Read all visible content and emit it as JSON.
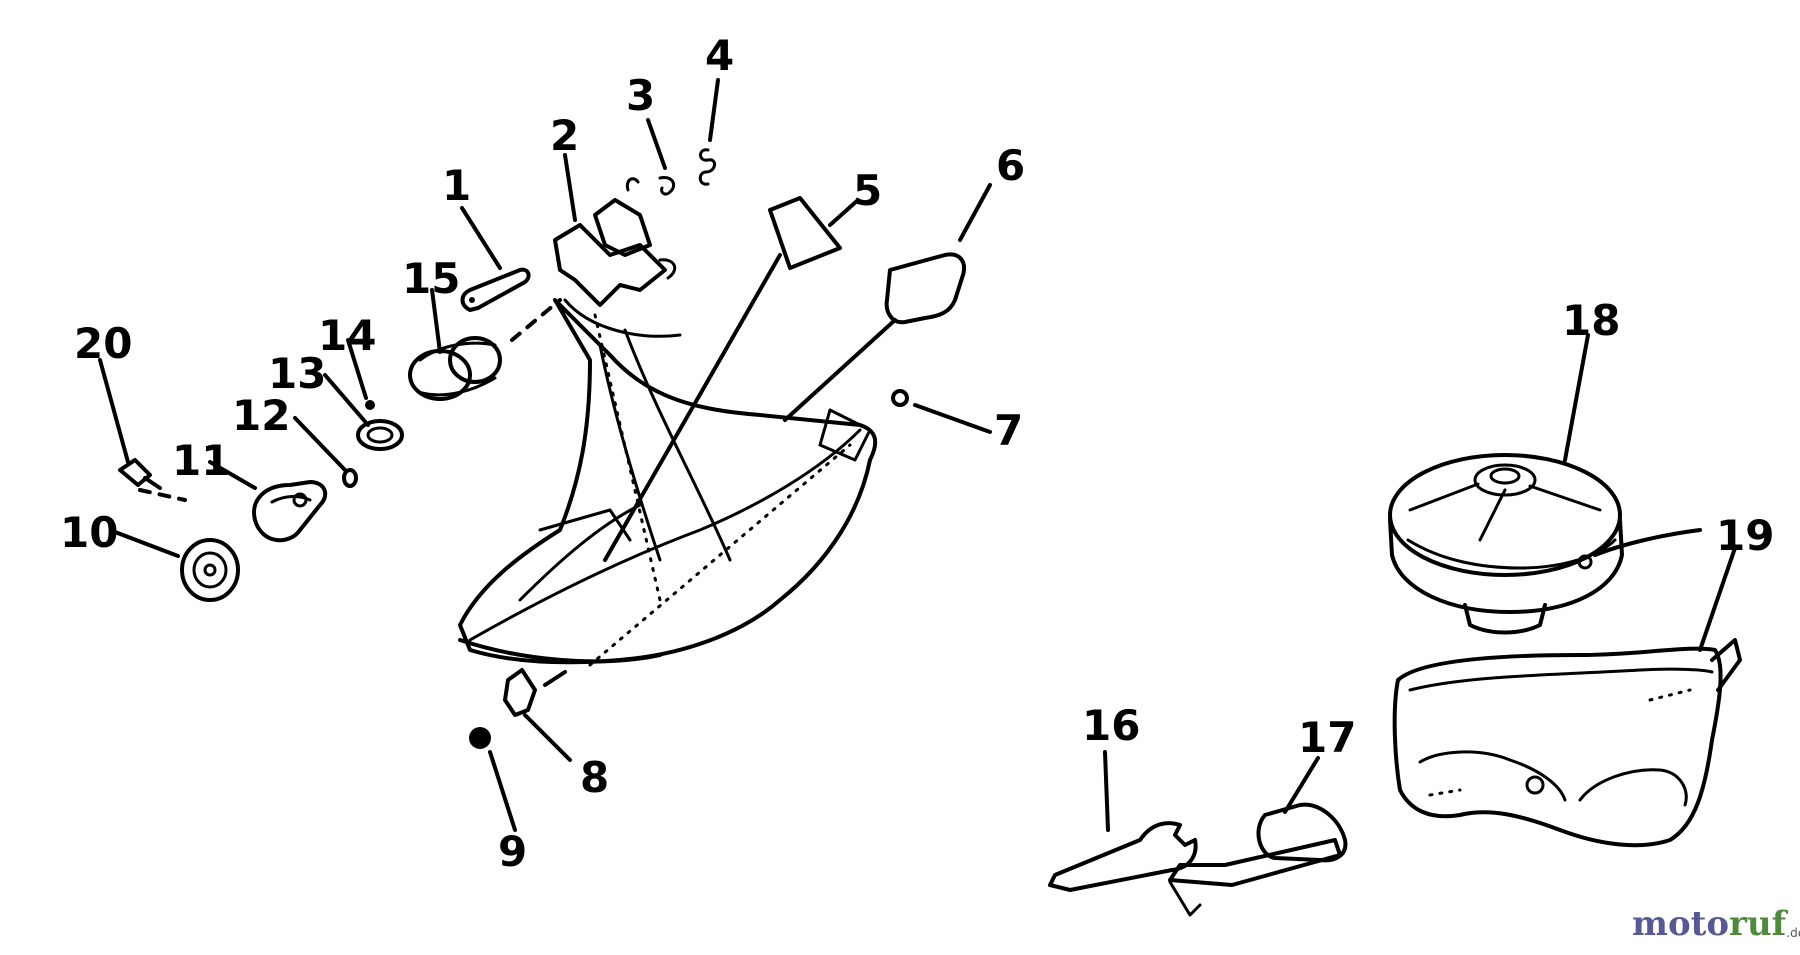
{
  "callouts": [
    "1",
    "2",
    "3",
    "4",
    "5",
    "6",
    "7",
    "8",
    "9",
    "10",
    "11",
    "12",
    "13",
    "14",
    "15",
    "16",
    "17",
    "18",
    "19",
    "20"
  ],
  "watermark": {
    "part_a": "moto",
    "part_b": "ruf",
    "suffix": ".de"
  },
  "colors": {
    "ink": "#000000",
    "background": "#ffffff",
    "watermark_a": "#555a96",
    "watermark_b": "#4f8a3c"
  }
}
